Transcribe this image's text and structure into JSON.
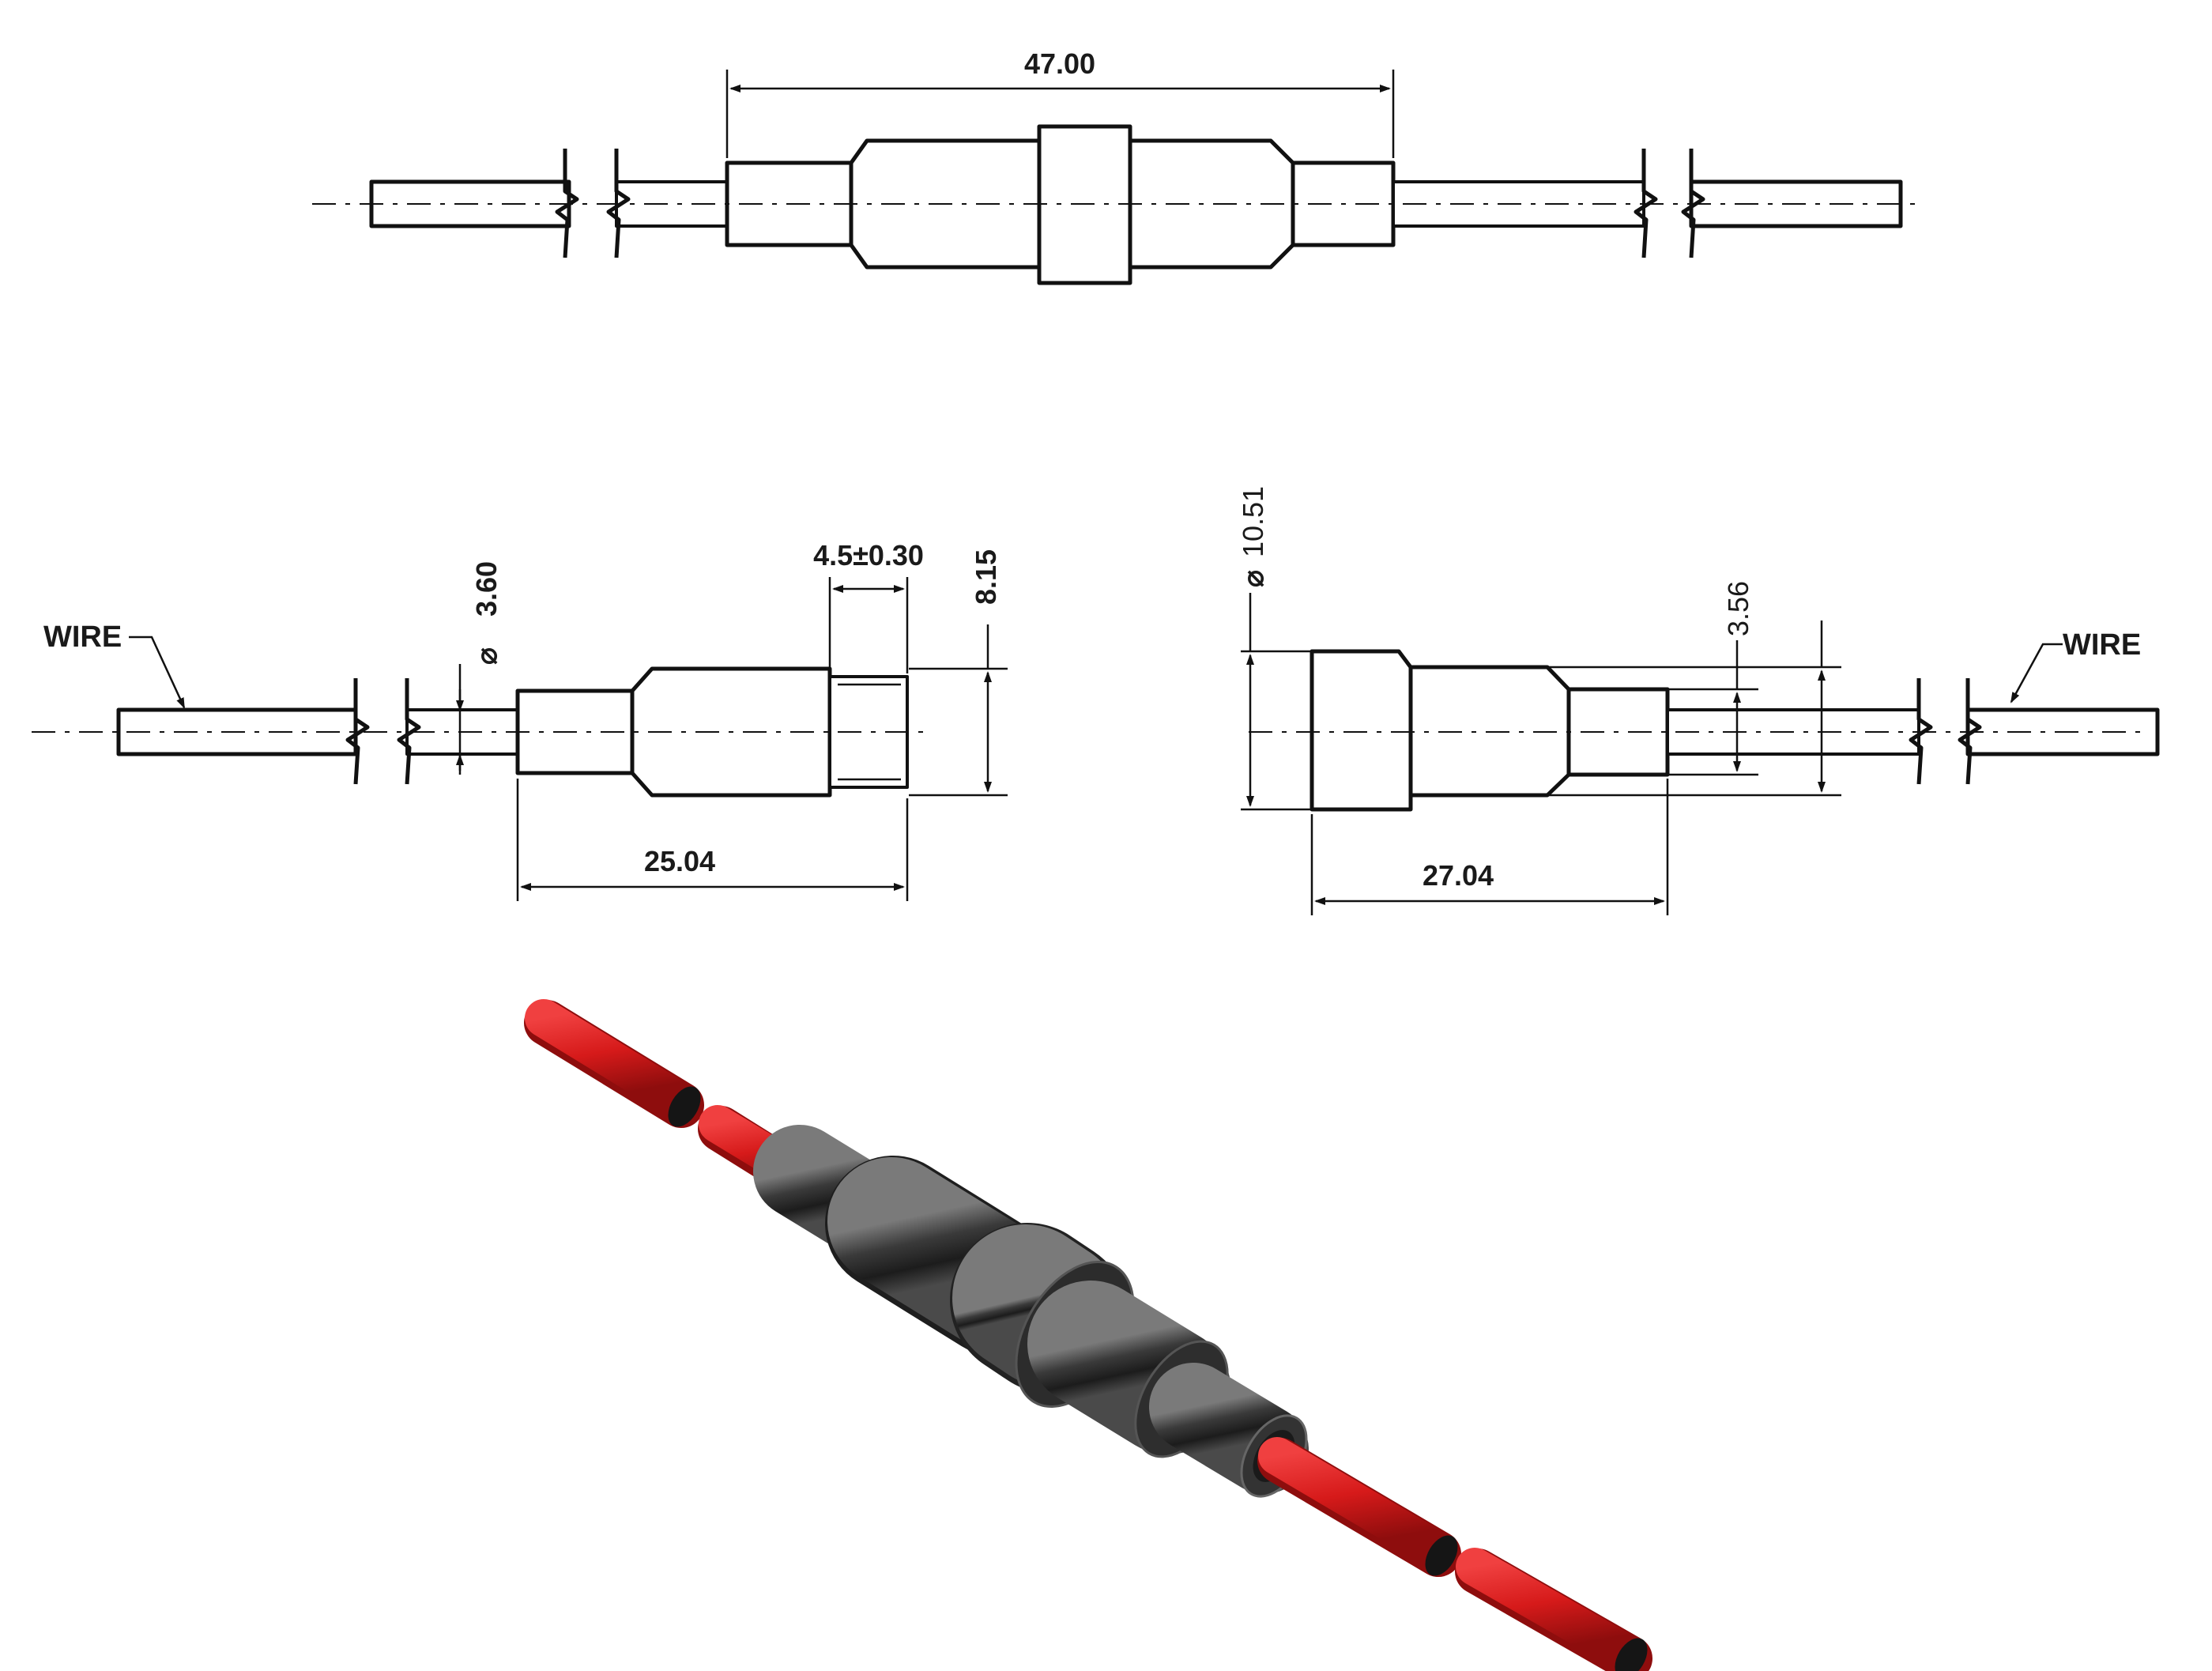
{
  "top_view": {
    "overall_length": "47.00"
  },
  "left_view": {
    "wire_label": "WIRE",
    "wire_diameter": "3.60",
    "diameter_symbol": "⌀",
    "cap_length": "4.5±0.30",
    "cap_height": "8.15",
    "length": "25.04"
  },
  "right_view": {
    "wire_label": "WIRE",
    "body_diameter": "10.51",
    "diameter_symbol": "⌀",
    "step_height": "3.56",
    "length": "27.04"
  },
  "colors": {
    "line": "#111111",
    "wire_red": "#d61a1a",
    "wire_red_dark": "#8e0d0d",
    "body_dark": "#2a2a2a",
    "body_light": "#6e6e6e"
  }
}
